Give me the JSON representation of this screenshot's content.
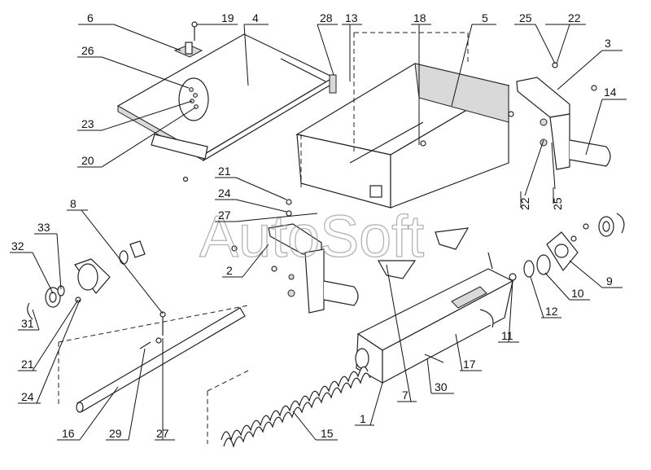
{
  "watermark": "AutoSoft",
  "callouts": [
    {
      "id": "c6",
      "text": "6"
    },
    {
      "id": "c19",
      "text": "19"
    },
    {
      "id": "c4",
      "text": "4"
    },
    {
      "id": "c28",
      "text": "28"
    },
    {
      "id": "c13",
      "text": "13"
    },
    {
      "id": "c18",
      "text": "18"
    },
    {
      "id": "c5",
      "text": "5"
    },
    {
      "id": "c25a",
      "text": "25"
    },
    {
      "id": "c22a",
      "text": "22"
    },
    {
      "id": "c3",
      "text": "3"
    },
    {
      "id": "c26",
      "text": "26"
    },
    {
      "id": "c14",
      "text": "14"
    },
    {
      "id": "c23",
      "text": "23"
    },
    {
      "id": "c20",
      "text": "20"
    },
    {
      "id": "c21a",
      "text": "21"
    },
    {
      "id": "c24a",
      "text": "24"
    },
    {
      "id": "c27a",
      "text": "27"
    },
    {
      "id": "c8",
      "text": "8"
    },
    {
      "id": "c22b",
      "text": "22"
    },
    {
      "id": "c25b",
      "text": "25"
    },
    {
      "id": "c33",
      "text": "33"
    },
    {
      "id": "c32",
      "text": "32"
    },
    {
      "id": "c2",
      "text": "2"
    },
    {
      "id": "c9",
      "text": "9"
    },
    {
      "id": "c10",
      "text": "10"
    },
    {
      "id": "c31",
      "text": "31"
    },
    {
      "id": "c12",
      "text": "12"
    },
    {
      "id": "c11",
      "text": "11"
    },
    {
      "id": "c21b",
      "text": "21"
    },
    {
      "id": "c17",
      "text": "17"
    },
    {
      "id": "c24b",
      "text": "24"
    },
    {
      "id": "c30",
      "text": "30"
    },
    {
      "id": "c7",
      "text": "7"
    },
    {
      "id": "c1",
      "text": "1"
    },
    {
      "id": "c16",
      "text": "16"
    },
    {
      "id": "c29",
      "text": "29"
    },
    {
      "id": "c27b",
      "text": "27"
    },
    {
      "id": "c15",
      "text": "15"
    }
  ]
}
